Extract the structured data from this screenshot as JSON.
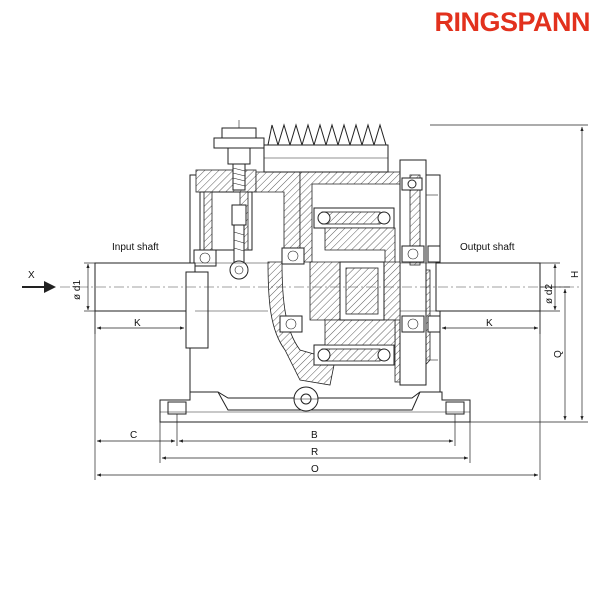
{
  "brand": {
    "logo_text": "RINGSPANN",
    "color": "#e2311d"
  },
  "labels": {
    "input_shaft": "Input shaft",
    "output_shaft": "Output shaft",
    "view_arrow": "X"
  },
  "dimensions": {
    "d1": "ø d1",
    "d2": "ø d2",
    "K_left": "K",
    "K_right": "K",
    "C": "C",
    "B": "B",
    "R": "R",
    "O": "O",
    "H": "H",
    "Q": "Q"
  }
}
